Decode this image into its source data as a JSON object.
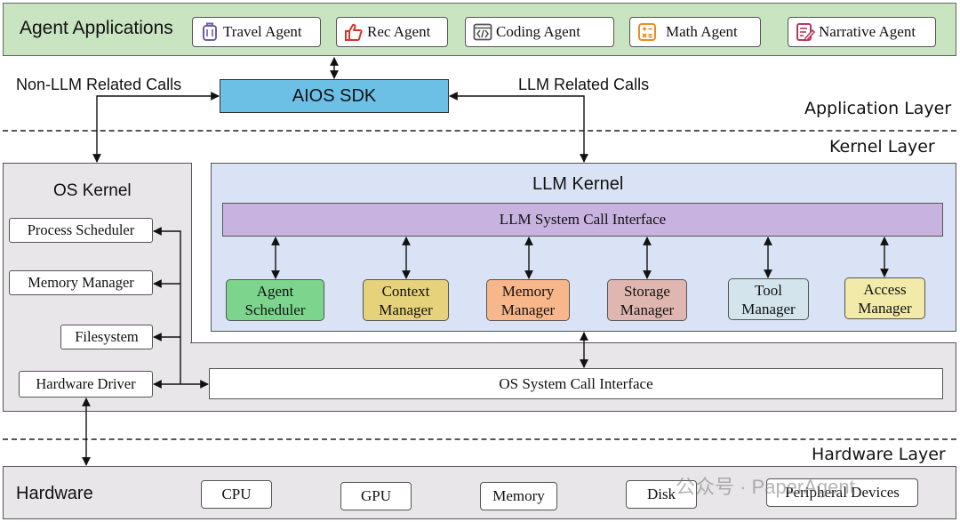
{
  "application_layer": {
    "title": "Agent Applications",
    "agents": [
      {
        "label": "Travel Agent",
        "icon": "suitcase-icon"
      },
      {
        "label": "Rec Agent",
        "icon": "thumbs-up-icon"
      },
      {
        "label": "Coding Agent",
        "icon": "code-window-icon"
      },
      {
        "label": "Math Agent",
        "icon": "calculator-icon"
      },
      {
        "label": "Narrative Agent",
        "icon": "document-pen-icon"
      }
    ],
    "sdk_label": "AIOS SDK",
    "non_llm_calls": "Non-LLM Related Calls",
    "llm_calls": "LLM Related Calls",
    "layer_label": "Application Layer"
  },
  "kernel_layer": {
    "layer_label": "Kernel Layer",
    "os_kernel": {
      "title": "OS Kernel",
      "items": [
        "Process Scheduler",
        "Memory Manager",
        "Filesystem",
        "Hardware Driver"
      ],
      "system_call_interface": "OS System Call Interface"
    },
    "llm_kernel": {
      "title": "LLM Kernel",
      "system_call_interface": "LLM System Call Interface",
      "managers": [
        {
          "line1": "Agent",
          "line2": "Scheduler",
          "color": "#7dd58d"
        },
        {
          "line1": "Context",
          "line2": "Manager",
          "color": "#e6d27a"
        },
        {
          "line1": "Memory",
          "line2": "Manager",
          "color": "#f8b78a"
        },
        {
          "line1": "Storage",
          "line2": "Manager",
          "color": "#dfb7b0"
        },
        {
          "line1": "Tool",
          "line2": "Manager",
          "color": "#d3e4ec"
        },
        {
          "line1": "Access",
          "line2": "Manager",
          "color": "#f1eaa8"
        }
      ]
    }
  },
  "hardware_layer": {
    "layer_label": "Hardware Layer",
    "title": "Hardware",
    "items": [
      "CPU",
      "GPU",
      "Memory",
      "Disk",
      "Peripheral Devices"
    ]
  },
  "watermark": "公众号 · PaperAgent",
  "colors": {
    "app_bar": "#c9e4c1",
    "sdk": "#6cc0e6",
    "kernel_gray": "#e8e6e8",
    "llm_kernel": "#dae3f5",
    "llm_sci": "#c8b2e0"
  }
}
